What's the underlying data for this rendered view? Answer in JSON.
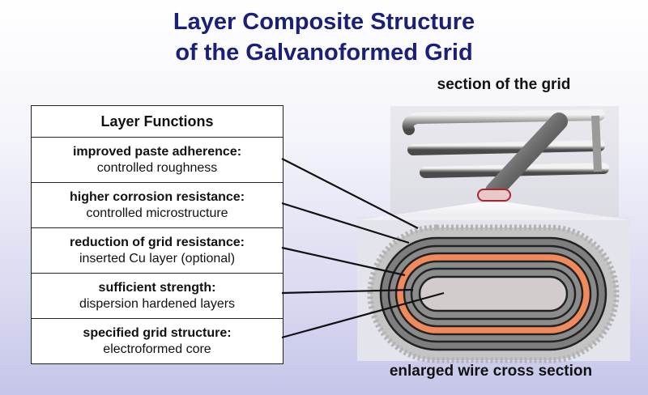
{
  "title": {
    "line1": "Layer Composite Structure",
    "line2": "of the Galvanoformed Grid"
  },
  "grid_label": "section of the grid",
  "cross_section_label": "enlarged wire cross section",
  "table": {
    "header": "Layer Functions",
    "rows": [
      {
        "function": "improved paste adherence:",
        "means": "controlled roughness"
      },
      {
        "function": "higher corrosion resistance:",
        "means": "controlled microstructure"
      },
      {
        "function": "reduction of grid resistance:",
        "means": "inserted Cu layer (optional)"
      },
      {
        "function": "sufficient strength:",
        "means": "dispersion hardened layers"
      },
      {
        "function": "specified grid structure:",
        "means": "electroformed core"
      }
    ]
  },
  "colors": {
    "title": "#1a1f7a",
    "copper_layer": "#f08a5d",
    "core": "#d2cccc",
    "layers": "#8a8a8a"
  }
}
